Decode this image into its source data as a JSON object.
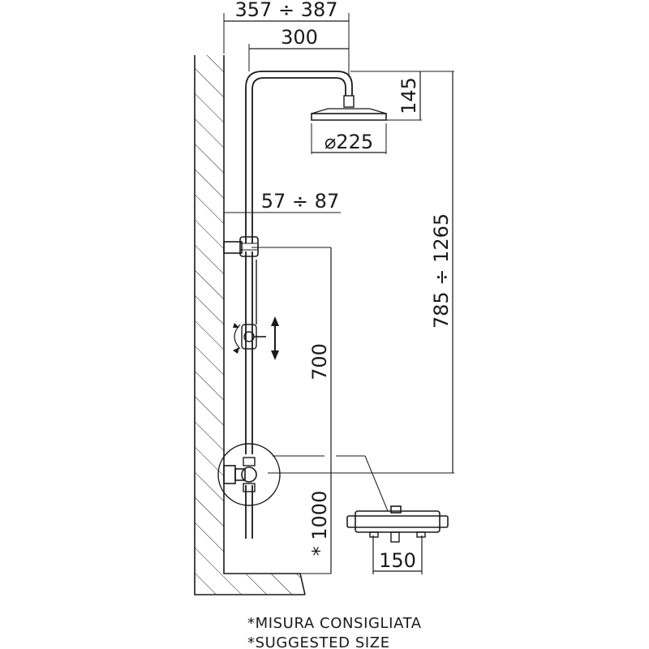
{
  "dimensions": {
    "total_arm_length": "357 ÷ 387",
    "arm_length": "300",
    "head_drop": "145",
    "head_diameter": "⌀225",
    "wall_offset": "57 ÷ 87",
    "column_height": "785 ÷ 1265",
    "slide_rail_length": "700",
    "mixer_height": "* 1000",
    "mixer_centres": "150"
  },
  "notes": {
    "italian": "*MISURA CONSIGLIATA",
    "english": "*SUGGESTED SIZE"
  },
  "colors": {
    "line": "#1a1a1a",
    "background": "#ffffff"
  }
}
